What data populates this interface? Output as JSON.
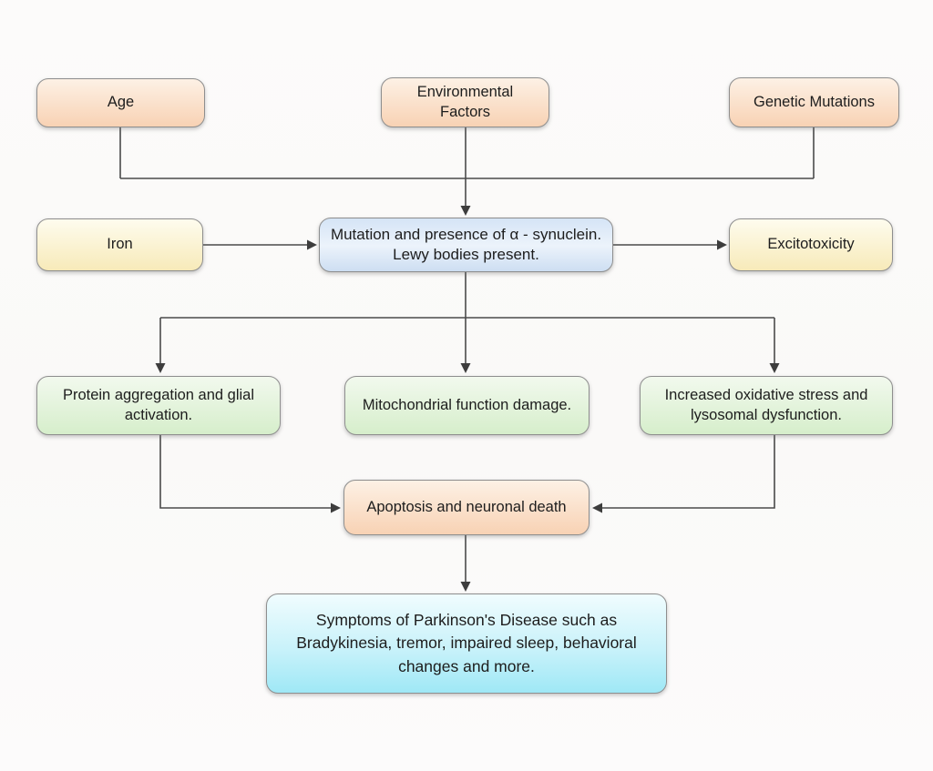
{
  "diagram_type": "flowchart",
  "nodes": {
    "age": {
      "label": "Age",
      "fill_top": "#fdf1e5",
      "fill_bottom": "#f8d2b4"
    },
    "environmental": {
      "label": "Environmental Factors",
      "fill_top": "#fdf1e5",
      "fill_bottom": "#f8d2b4"
    },
    "genetic": {
      "label": "Genetic Mutations",
      "fill_top": "#fdf1e5",
      "fill_bottom": "#f8d2b4"
    },
    "iron": {
      "label": "Iron",
      "fill_top": "#fefcee",
      "fill_bottom": "#f7eab9"
    },
    "mutation": {
      "label": "Mutation and presence of α - synuclein. Lewy bodies present.",
      "fill_top": "#d5e4f6",
      "fill_bottom": "#cddef2"
    },
    "excitotoxicity": {
      "label": "Excitotoxicity",
      "fill_top": "#fefcee",
      "fill_bottom": "#f7eab9"
    },
    "protein": {
      "label": "Protein aggregation and glial activation.",
      "fill_top": "#f2f9ee",
      "fill_bottom": "#d6eecb"
    },
    "mitochondrial": {
      "label": "Mitochondrial function damage.",
      "fill_top": "#f2f9ee",
      "fill_bottom": "#d6eecb"
    },
    "oxidative": {
      "label": "Increased oxidative stress and lysosomal dysfunction.",
      "fill_top": "#f2f9ee",
      "fill_bottom": "#d6eecb"
    },
    "apoptosis": {
      "label": "Apoptosis and neuronal death",
      "fill_top": "#fdf1e5",
      "fill_bottom": "#f8d2b4"
    },
    "symptoms": {
      "label": "Symptoms of Parkinson's Disease such as Bradykinesia, tremor, impaired sleep, behavioral changes and more.",
      "fill_top": "#f0fcfe",
      "fill_bottom": "#9fe8f6"
    }
  },
  "edges": [
    {
      "from": "age",
      "to": "mutation"
    },
    {
      "from": "environmental",
      "to": "mutation"
    },
    {
      "from": "genetic",
      "to": "mutation"
    },
    {
      "from": "iron",
      "to": "mutation"
    },
    {
      "from": "mutation",
      "to": "excitotoxicity"
    },
    {
      "from": "mutation",
      "to": "protein"
    },
    {
      "from": "mutation",
      "to": "mitochondrial"
    },
    {
      "from": "mutation",
      "to": "oxidative"
    },
    {
      "from": "protein",
      "to": "apoptosis"
    },
    {
      "from": "oxidative",
      "to": "apoptosis"
    },
    {
      "from": "apoptosis",
      "to": "symptoms"
    }
  ],
  "colors": {
    "background": "#fcfbfa",
    "node_border": "#8e8e8e",
    "edge_line": "#4a4a4a",
    "arrowhead": "#3d3d3d",
    "text": "#1d1d1d"
  }
}
